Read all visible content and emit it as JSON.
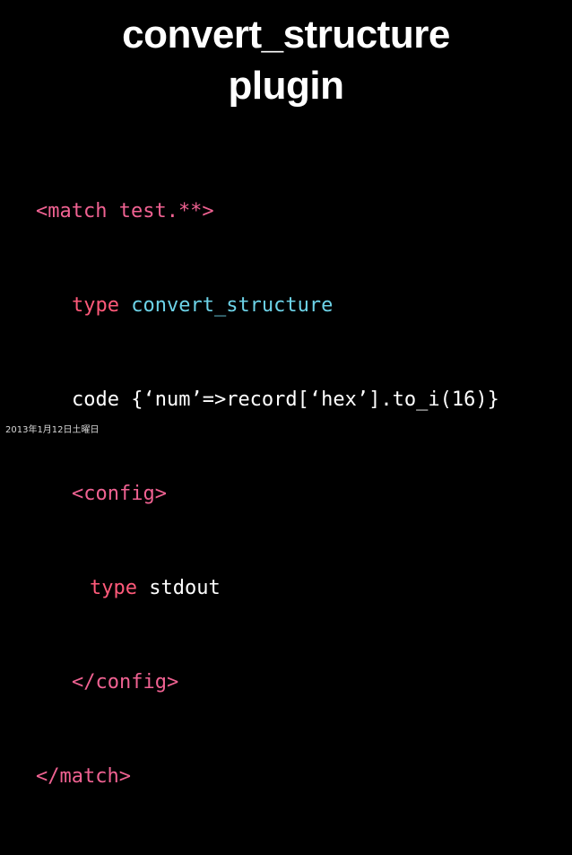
{
  "slide": {
    "title_line1": "convert_structure",
    "title_line2": "plugin",
    "background_color": "#000000",
    "title_color": "#ffffff",
    "footer": "2013年1月12日土曜日",
    "code": {
      "line1_tag": "<match test.**>",
      "line2_key": "type",
      "line2_val": "convert_structure",
      "line3_key": "code",
      "line3_val": "{‘num’=>record[‘hex’].to_i(16)}",
      "line4_tag": "<config>",
      "line5_key": "type",
      "line5_val": "stdout",
      "line6_tag": "</config>",
      "line7_tag": "</match>"
    },
    "colors": {
      "tag": "#f06292",
      "key": "#ff5a7a",
      "value": "#6dd3e8",
      "plain": "#ffffff"
    }
  }
}
